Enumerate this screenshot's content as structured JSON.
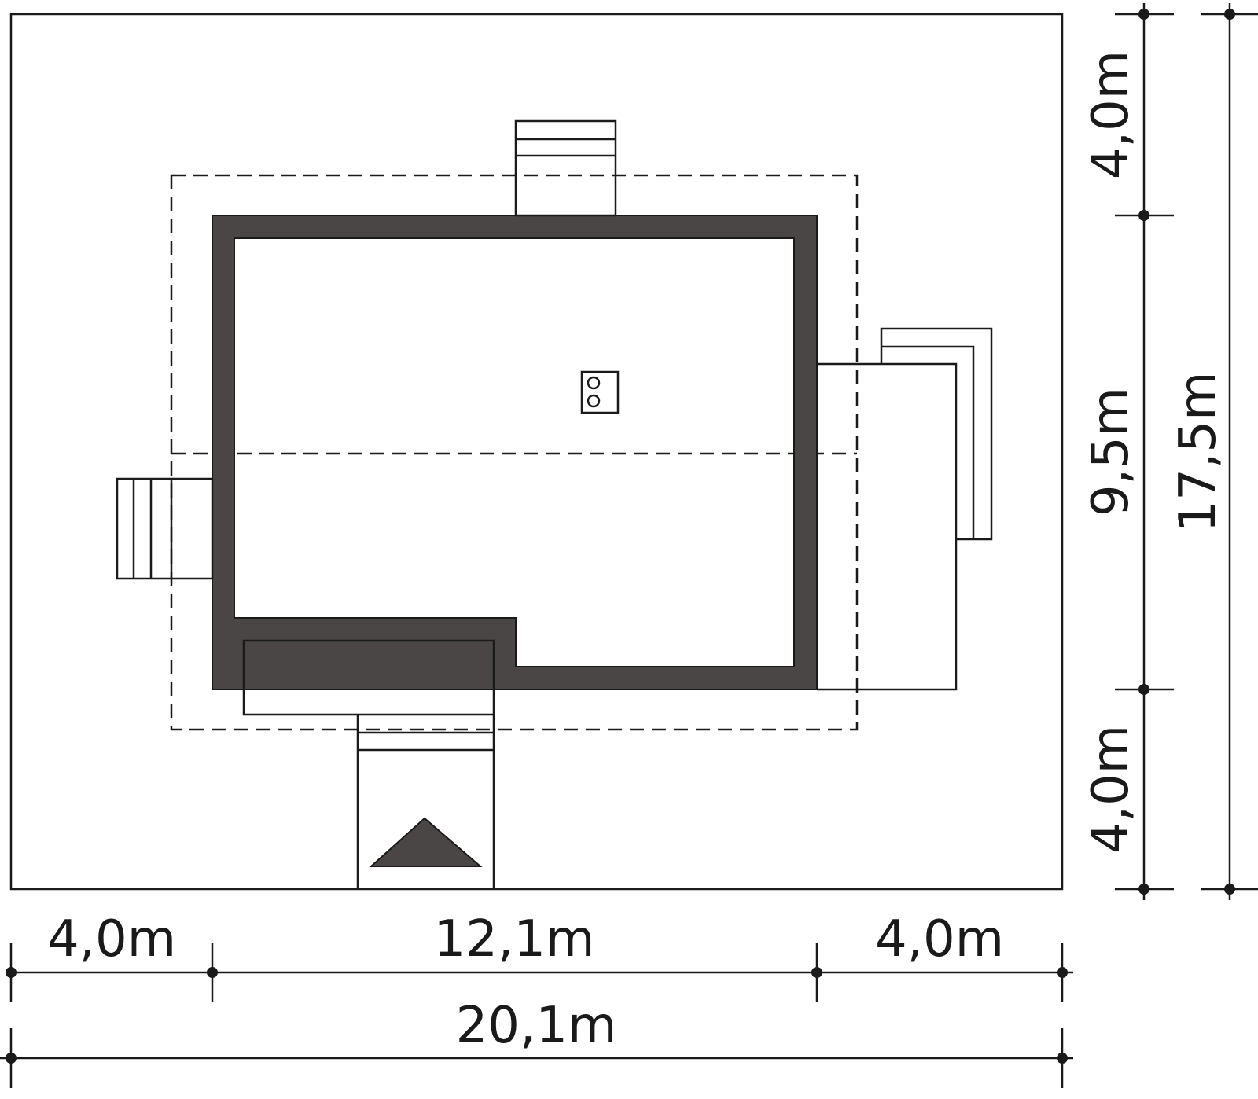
{
  "colors": {
    "wall_fill": "#4a4646",
    "line": "#1a1a1a",
    "background": "#ffffff"
  },
  "dimensions": {
    "bottom_left": "4,0m",
    "bottom_middle": "12,1m",
    "bottom_right": "4,0m",
    "bottom_total": "20,1m",
    "right_top": "4,0m",
    "right_middle": "9,5m",
    "right_bottom": "4,0m",
    "right_total": "17,5m"
  },
  "symbols": {
    "entrance_marker": "triangle-icon",
    "chimney": "chimney-icon"
  }
}
